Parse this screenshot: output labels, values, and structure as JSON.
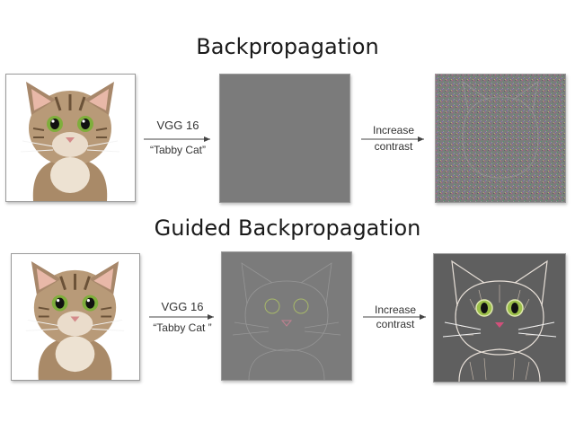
{
  "titles": {
    "top": "Backpropagation",
    "bottom": "Guided Backpropagation"
  },
  "top_row": {
    "model_label": "VGG 16",
    "class_label": "“Tabby Cat”",
    "contrast_label_line1": "Increase",
    "contrast_label_line2": "contrast"
  },
  "bottom_row": {
    "model_label": "VGG 16",
    "class_label": "“Tabby Cat ”",
    "contrast_label_line1": "Increase",
    "contrast_label_line2": "contrast"
  },
  "colors": {
    "gradient_gray": "#7b7b7b",
    "cat_fur": "#b89a78",
    "cat_eye": "#7fae3c"
  }
}
